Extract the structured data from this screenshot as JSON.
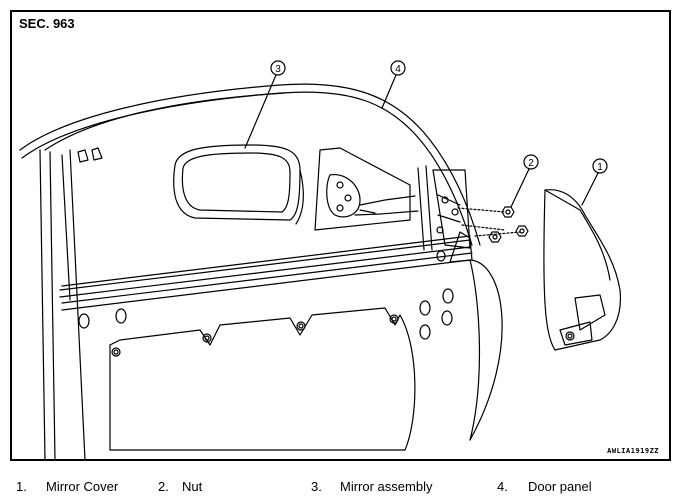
{
  "section_label": "SEC. 963",
  "figure_code": "AWLIA1919ZZ",
  "callouts": [
    {
      "id": "1"
    },
    {
      "id": "2"
    },
    {
      "id": "3"
    },
    {
      "id": "4"
    }
  ],
  "legend": [
    {
      "num": "1.",
      "label": "Mirror Cover"
    },
    {
      "num": "2.",
      "label": "Nut"
    },
    {
      "num": "3.",
      "label": "Mirror assembly"
    },
    {
      "num": "4.",
      "label": "Door panel"
    }
  ]
}
